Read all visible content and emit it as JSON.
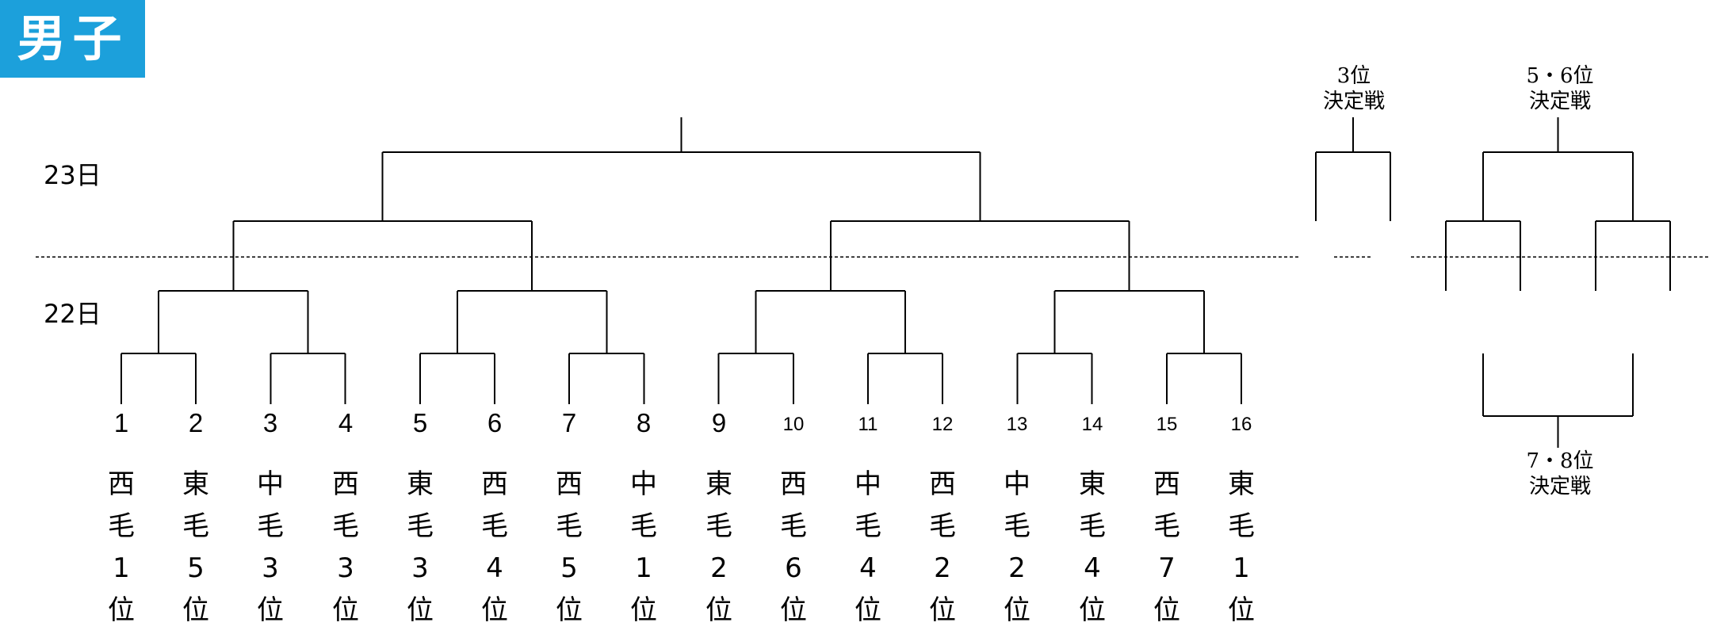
{
  "header": {
    "title": "男子"
  },
  "days": {
    "upper": "23日",
    "lower": "22日"
  },
  "seeds": [
    {
      "num": "1",
      "team": [
        "西",
        "毛",
        "1",
        "位"
      ]
    },
    {
      "num": "2",
      "team": [
        "東",
        "毛",
        "5",
        "位"
      ]
    },
    {
      "num": "3",
      "team": [
        "中",
        "毛",
        "3",
        "位"
      ]
    },
    {
      "num": "4",
      "team": [
        "西",
        "毛",
        "3",
        "位"
      ]
    },
    {
      "num": "5",
      "team": [
        "東",
        "毛",
        "3",
        "位"
      ]
    },
    {
      "num": "6",
      "team": [
        "西",
        "毛",
        "4",
        "位"
      ]
    },
    {
      "num": "7",
      "team": [
        "西",
        "毛",
        "5",
        "位"
      ]
    },
    {
      "num": "8",
      "team": [
        "中",
        "毛",
        "1",
        "位"
      ]
    },
    {
      "num": "9",
      "team": [
        "東",
        "毛",
        "2",
        "位"
      ]
    },
    {
      "num": "10",
      "team": [
        "西",
        "毛",
        "6",
        "位"
      ]
    },
    {
      "num": "11",
      "team": [
        "中",
        "毛",
        "4",
        "位"
      ]
    },
    {
      "num": "12",
      "team": [
        "西",
        "毛",
        "2",
        "位"
      ]
    },
    {
      "num": "13",
      "team": [
        "中",
        "毛",
        "2",
        "位"
      ]
    },
    {
      "num": "14",
      "team": [
        "東",
        "毛",
        "4",
        "位"
      ]
    },
    {
      "num": "15",
      "team": [
        "西",
        "毛",
        "7",
        "位"
      ]
    },
    {
      "num": "16",
      "team": [
        "東",
        "毛",
        "1",
        "位"
      ]
    }
  ],
  "playoffs": {
    "third": [
      "3位",
      "決定戦"
    ],
    "fifth_sixth": [
      "5・6位",
      "決定戦"
    ],
    "seventh_eighth": [
      "7・8位",
      "決定戦"
    ]
  }
}
